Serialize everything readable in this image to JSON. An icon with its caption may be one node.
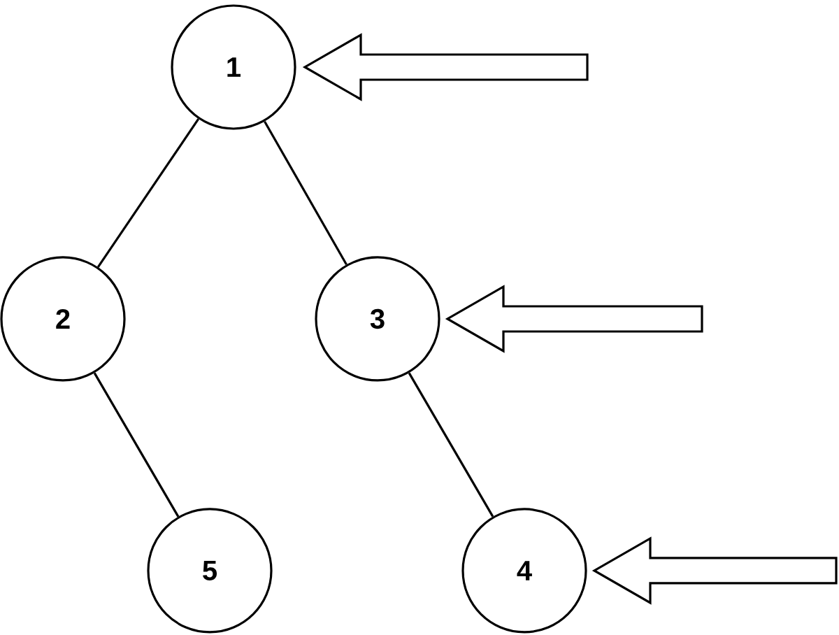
{
  "diagram": {
    "nodes": [
      {
        "text": [
          "1"
        ]
      },
      {
        "text": [
          "2"
        ]
      },
      {
        "text": [
          "3"
        ]
      },
      {
        "text": [
          "5"
        ]
      },
      {
        "text": [
          "4"
        ]
      }
    ],
    "edges": [
      {
        "from": 0,
        "to": 1,
        "arrow": "none"
      },
      {
        "from": 0,
        "to": 2,
        "arrow": "none"
      },
      {
        "from": 1,
        "to": 3,
        "arrow": "none"
      },
      {
        "from": 2,
        "to": 4,
        "arrow": "none"
      },
      {
        "from": null,
        "to": 0,
        "arrow": "to"
      },
      {
        "from": null,
        "to": 2,
        "arrow": "to"
      },
      {
        "from": null,
        "to": 4,
        "arrow": "to"
      }
    ]
  }
}
